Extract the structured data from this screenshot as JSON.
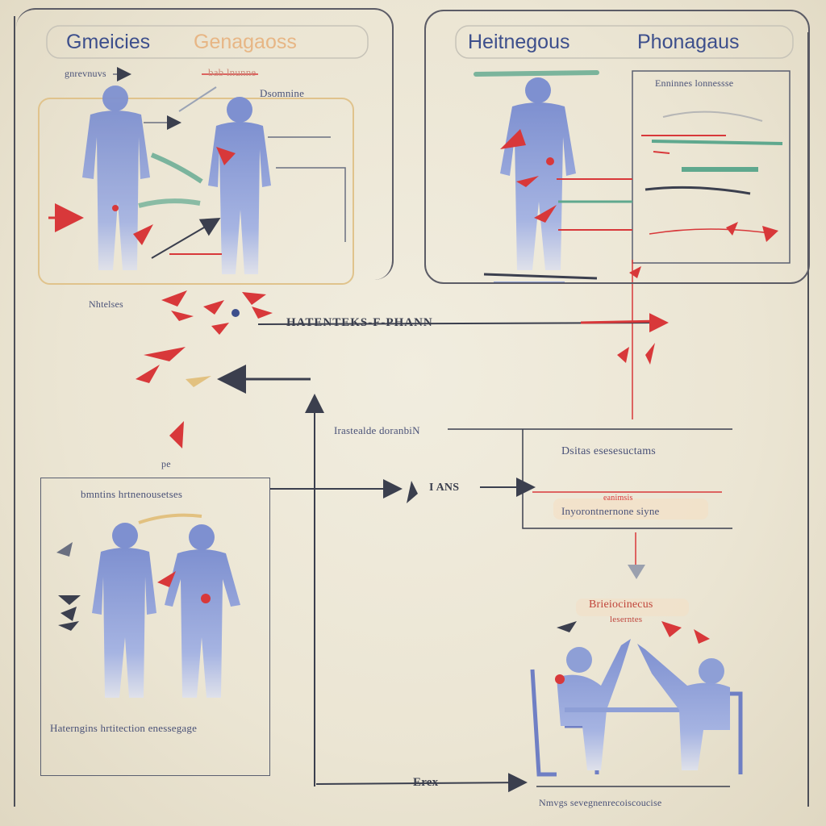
{
  "colors": {
    "figure": "#8e9fd6",
    "accent_red": "#d8383a",
    "teal": "#5fa88e",
    "frame": "#5c5c66",
    "title_blue": "#3d4f8c"
  },
  "panel_left": {
    "title_a": "Gmeicies",
    "title_b": "Genagaoss",
    "label_small": "gnrevnuvs",
    "label_header": "bab lnunne",
    "label_right": "Dsomnine"
  },
  "panel_right": {
    "title_a": "Heitnegous",
    "title_b": "Phonagaus",
    "label_header": "Enninnes lonnessse"
  },
  "middle": {
    "label_left": "Nhtelses",
    "flow_text": "HATENTEKS-F-PHANN",
    "label_question": "Irastealde doranbiN",
    "label_pe": "pe",
    "arrow_text": "I ANS"
  },
  "right_box": {
    "line1": "Dsitas esesesuctams",
    "line2": "eanimsis",
    "line3": "Inyorontnernone siyne"
  },
  "panel_bottom_left": {
    "title": "bmntins hrtnenousetses",
    "caption": "Haterngins hrtitection enessegage"
  },
  "bottom_right": {
    "label_a": "Brieiocinecus",
    "label_b": "leserntes",
    "caption": "Nmvgs sevegnenrecoiscoucise"
  },
  "bottom_arrow_text": "Erex"
}
